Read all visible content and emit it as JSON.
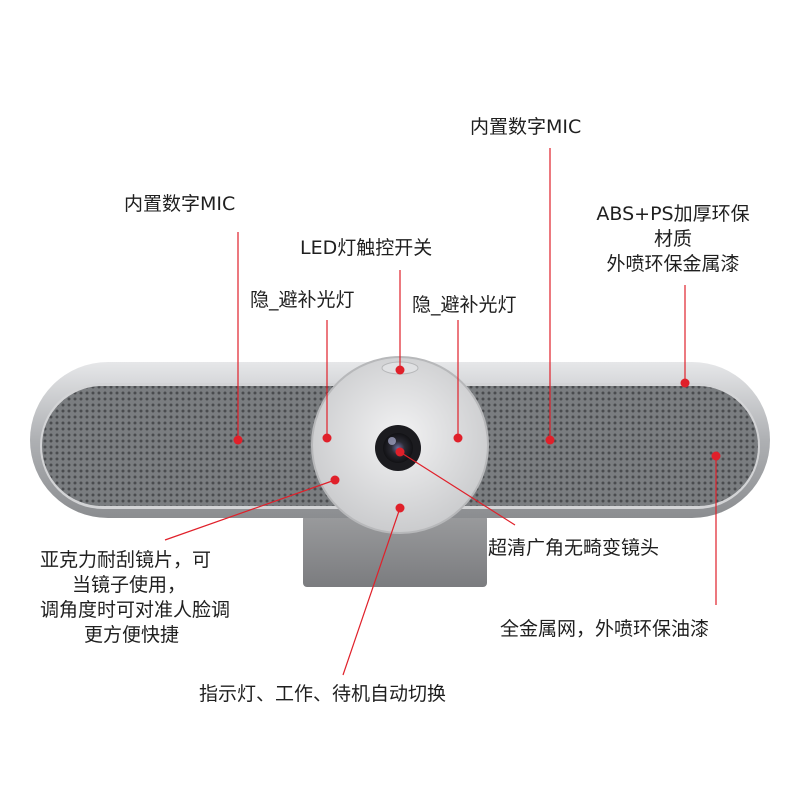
{
  "colors": {
    "accent": "#e0202a",
    "body": "#9c9ea2",
    "mesh": "#6f7275",
    "background": "#ffffff"
  },
  "labels": {
    "mic_top": "内置数字MIC",
    "mic_left": "内置数字MIC",
    "led_touch_switch": "LED灯触控开关",
    "hidden_light_left": "隐_避补光灯",
    "hidden_light_right": "隐_避补光灯",
    "material": [
      "ABS+PS加厚环保",
      "材质",
      "外喷环保金属漆"
    ],
    "acrylic": [
      "亚克力耐刮镜片，可",
      "当镜子使用，",
      "调角度时可对准人脸调",
      "更方便快捷"
    ],
    "wide_lens": "超清广角无畸变镜头",
    "metal_mesh": "全金属网，外喷环保油漆",
    "indicator": "指示灯、工作、待机自动切换"
  }
}
